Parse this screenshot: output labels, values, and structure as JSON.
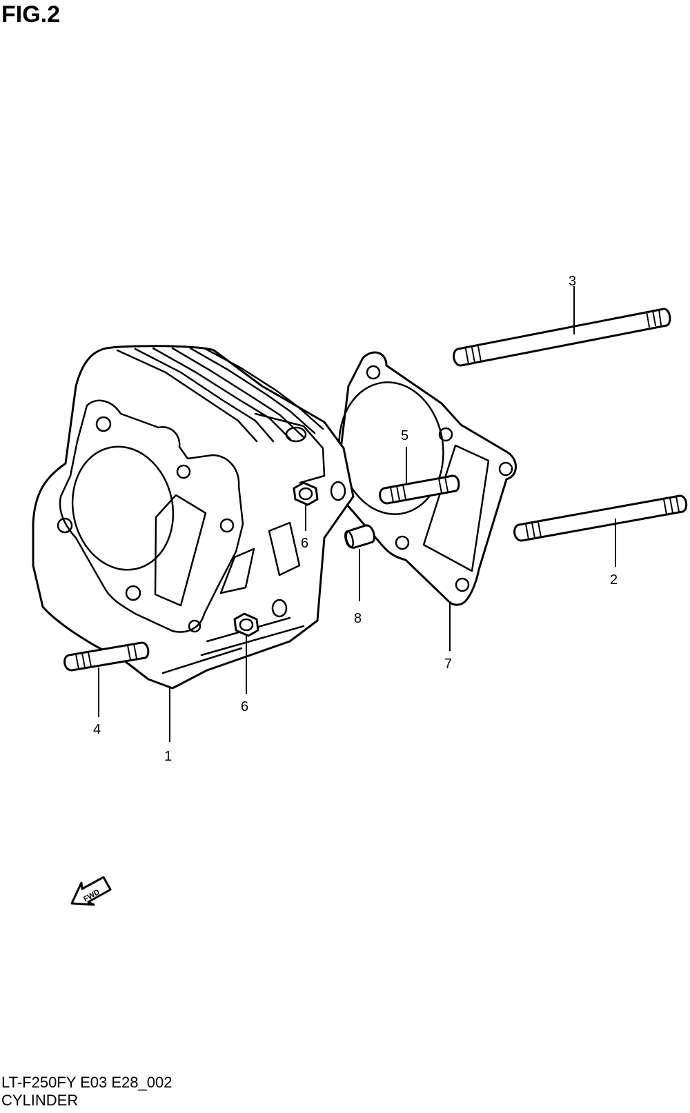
{
  "figure": {
    "title": "FIG.2"
  },
  "footer": {
    "model_code": "LT-F250FY E03 E28_002",
    "section_name": "CYLINDER"
  },
  "callouts": {
    "c1": "1",
    "c2": "2",
    "c3": "3",
    "c4": "4",
    "c5": "5",
    "c6a": "6",
    "c6b": "6",
    "c7": "7",
    "c8": "8"
  },
  "fwd_marker": {
    "label": "FWD",
    "icon": "fwd-arrow-icon"
  },
  "colors": {
    "line": "#000000",
    "background": "#ffffff"
  }
}
